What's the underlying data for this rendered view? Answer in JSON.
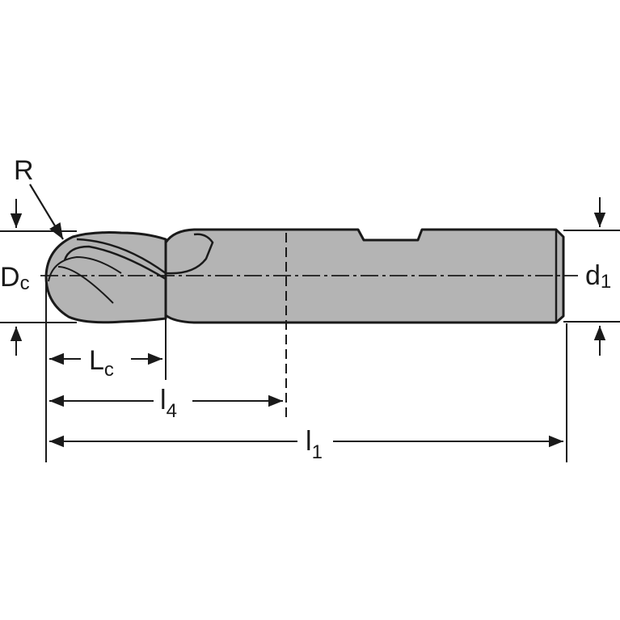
{
  "labels": {
    "radius": "R",
    "cutting_diameter": {
      "main": "D",
      "sub": "c"
    },
    "shank_diameter": {
      "main": "d",
      "sub": "1"
    },
    "cutting_length": {
      "main": "L",
      "sub": "c"
    },
    "length_4": {
      "main": "l",
      "sub": "4"
    },
    "overall_length": {
      "main": "l",
      "sub": "1"
    }
  },
  "colors": {
    "tool_body": "#b4b4b4",
    "outline": "#1a1a1a",
    "background": "#ffffff"
  }
}
